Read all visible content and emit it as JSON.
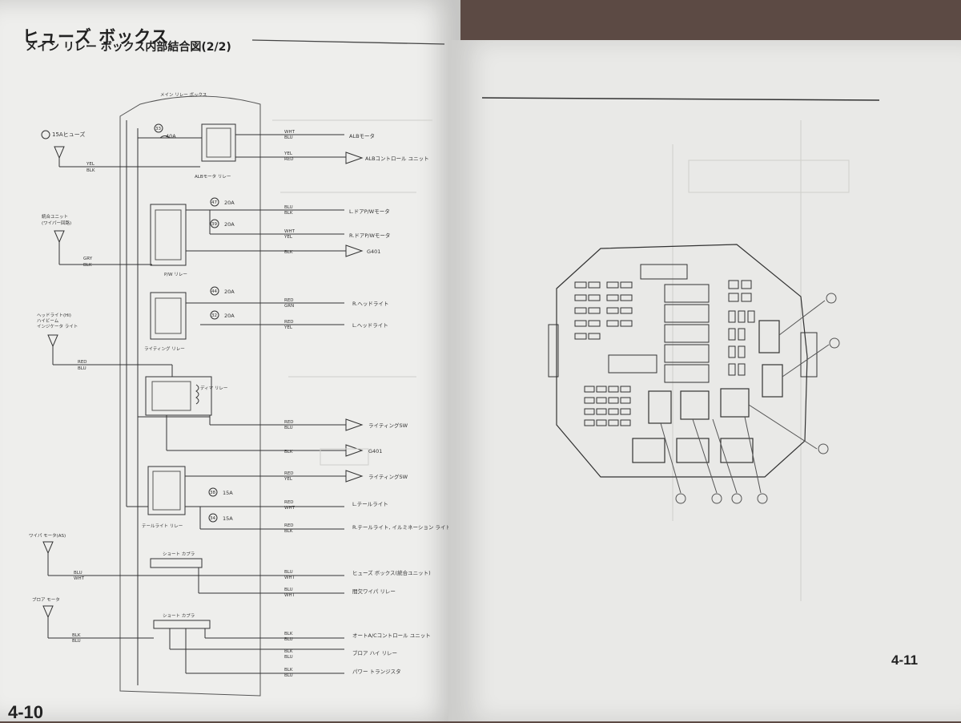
{
  "left_page": {
    "title": "ヒューズ ボックス",
    "subtitle": "メイン リレー ボックス内部結合図(2/2)",
    "page_number": "4-10",
    "box_label": "メイン リレー ボックス",
    "inputs": [
      {
        "label": "15Aヒューズ",
        "wire": [
          "YEL",
          "BLK"
        ]
      },
      {
        "label": "統合ユニット",
        "label2": "(ワイパー回路)",
        "wire": [
          "GRY",
          "BLK"
        ]
      },
      {
        "label": "ヘッドライト(Hi)",
        "label2": "ハイビーム",
        "label3": "インジケータ ライト",
        "wire": [
          "RED",
          "BLU"
        ]
      },
      {
        "label": "ワイパ モータ(AS)",
        "wire": [
          "BLU",
          "WHT"
        ]
      },
      {
        "label": "ブロア モータ",
        "wire": [
          "BLK",
          "BLU"
        ]
      }
    ],
    "relays": [
      "ALBモータ リレー",
      "P/W リレー",
      "ライティング リレー",
      "ディマ リレー",
      "テールライト リレー"
    ],
    "connectors": [
      "ショート カプラ",
      "ショート カプラ"
    ],
    "fuses": [
      "40A",
      "20A",
      "20A",
      "20A",
      "20A",
      "15A",
      "15A"
    ],
    "fuse_numbers": [
      "33",
      "47",
      "39",
      "44",
      "32",
      "38",
      "34"
    ],
    "outputs": [
      {
        "wire": [
          "WHT",
          "BLU"
        ],
        "dest": "ALBモータ"
      },
      {
        "wire": [
          "YEL",
          "RED"
        ],
        "dest": "ALBコントロール ユニット"
      },
      {
        "wire": [
          "BLU",
          "BLK"
        ],
        "dest": "L.ドアP/Wモータ"
      },
      {
        "wire": [
          "WHT",
          "YEL"
        ],
        "dest": "R.ドアP/Wモータ"
      },
      {
        "wire": [
          "BLK",
          ""
        ],
        "dest": "G401"
      },
      {
        "wire": [
          "RED",
          "GRN"
        ],
        "dest": "R.ヘッドライト"
      },
      {
        "wire": [
          "RED",
          "YEL"
        ],
        "dest": "L.ヘッドライト"
      },
      {
        "wire": [
          "RED",
          "BLU"
        ],
        "dest": "ライティングSW"
      },
      {
        "wire": [
          "BLK",
          ""
        ],
        "dest": "G401"
      },
      {
        "wire": [
          "RED",
          "YEL"
        ],
        "dest": "ライティングSW"
      },
      {
        "wire": [
          "RED",
          "WHT"
        ],
        "dest": "L.テールライト"
      },
      {
        "wire": [
          "RED",
          "BLK"
        ],
        "dest": "R.テールライト, イルミネーション ライト"
      },
      {
        "wire": [
          "BLU",
          "WHT"
        ],
        "dest": "ヒューズ ボックス(統合ユニット)"
      },
      {
        "wire": [
          "BLU",
          "WHT"
        ],
        "dest": "間欠ワイパ リレー"
      },
      {
        "wire": [
          "BLK",
          "BLU"
        ],
        "dest": "オートA/Cコントロール ユニット"
      },
      {
        "wire": [
          "BLK",
          "BLU"
        ],
        "dest": "ブロア ハイ リレー"
      },
      {
        "wire": [
          "BLK",
          "BLU"
        ],
        "dest": "パワー トランジスタ"
      }
    ]
  },
  "right_page": {
    "page_number": "4-11"
  }
}
